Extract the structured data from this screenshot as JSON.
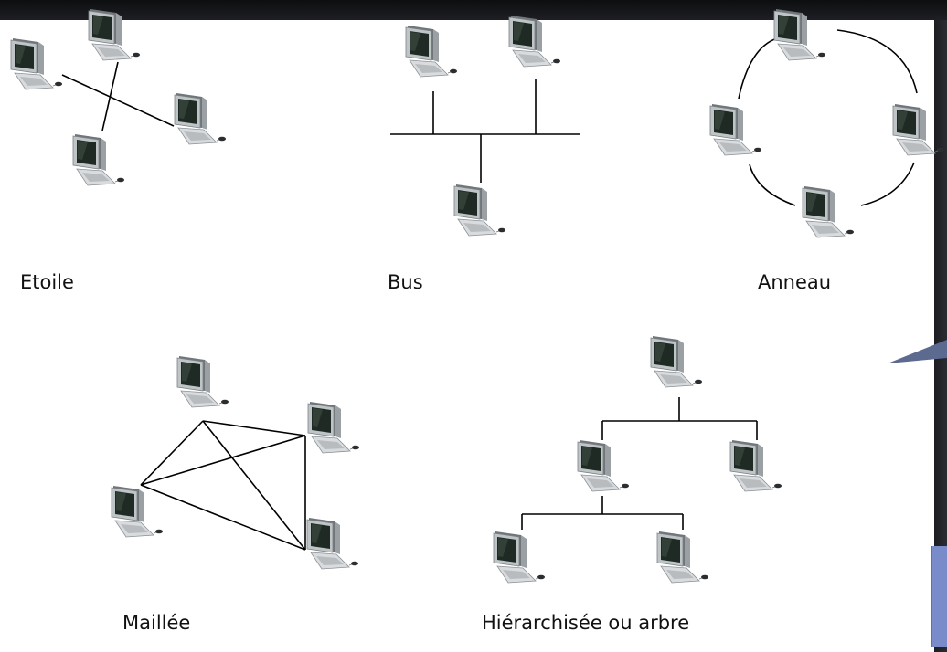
{
  "topologies": {
    "star": {
      "label": "Etoile"
    },
    "bus": {
      "label": "Bus"
    },
    "ring": {
      "label": "Anneau"
    },
    "mesh": {
      "label": "Maillée"
    },
    "tree": {
      "label": "Hiérarchisée ou arbre"
    }
  },
  "colors": {
    "background": "#ffffff",
    "line": "#000000",
    "frame": "#1b1c20",
    "accent_box": "#7a8bc9"
  },
  "icons": {
    "node": "computer-workstation-icon"
  }
}
